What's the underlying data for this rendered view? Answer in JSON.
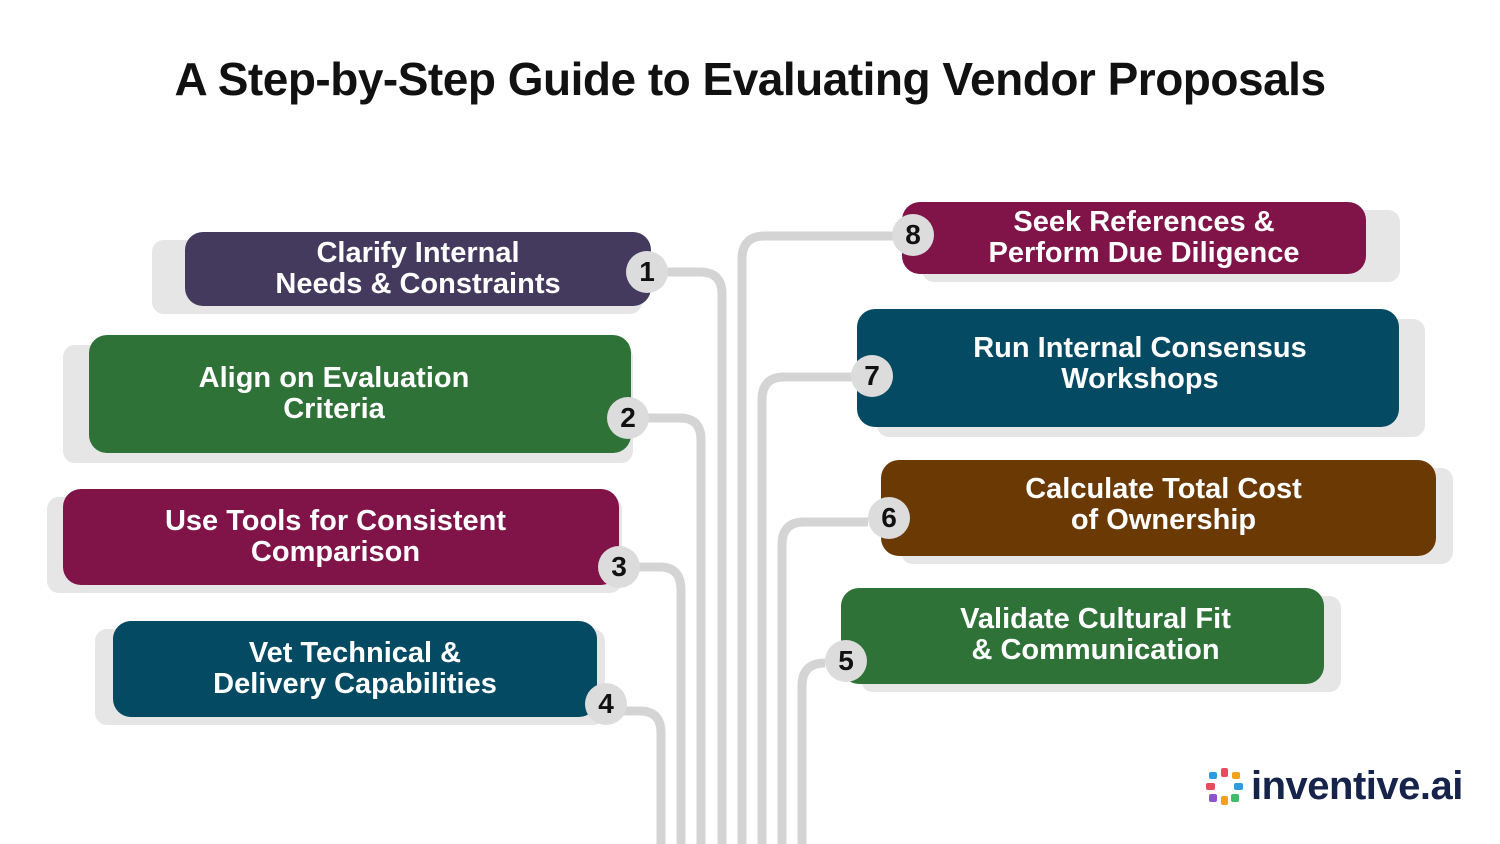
{
  "title": "A Step-by-Step Guide to Evaluating Vendor Proposals",
  "steps": [
    {
      "number": "1",
      "line1": "Clarify Internal",
      "line2": "Needs & Constraints",
      "color": "#433a5e"
    },
    {
      "number": "2",
      "line1": "Align on Evaluation",
      "line2": "Criteria",
      "color": "#2f7238"
    },
    {
      "number": "3",
      "line1": "Use Tools for Consistent",
      "line2": "Comparison",
      "color": "#801348"
    },
    {
      "number": "4",
      "line1": "Vet Technical &",
      "line2": "Delivery Capabilities",
      "color": "#044a62"
    },
    {
      "number": "5",
      "line1": "Validate Cultural Fit",
      "line2": "& Communication",
      "color": "#2f7238"
    },
    {
      "number": "6",
      "line1": "Calculate Total Cost",
      "line2": "of Ownership",
      "color": "#6b3a04"
    },
    {
      "number": "7",
      "line1": "Run Internal Consensus",
      "line2": "Workshops",
      "color": "#044a62"
    },
    {
      "number": "8",
      "line1": "Seek References &",
      "line2": "Perform Due Diligence",
      "color": "#801348"
    }
  ],
  "logo": {
    "text": "inventive.ai",
    "icon": "inventive-logo-icon"
  }
}
